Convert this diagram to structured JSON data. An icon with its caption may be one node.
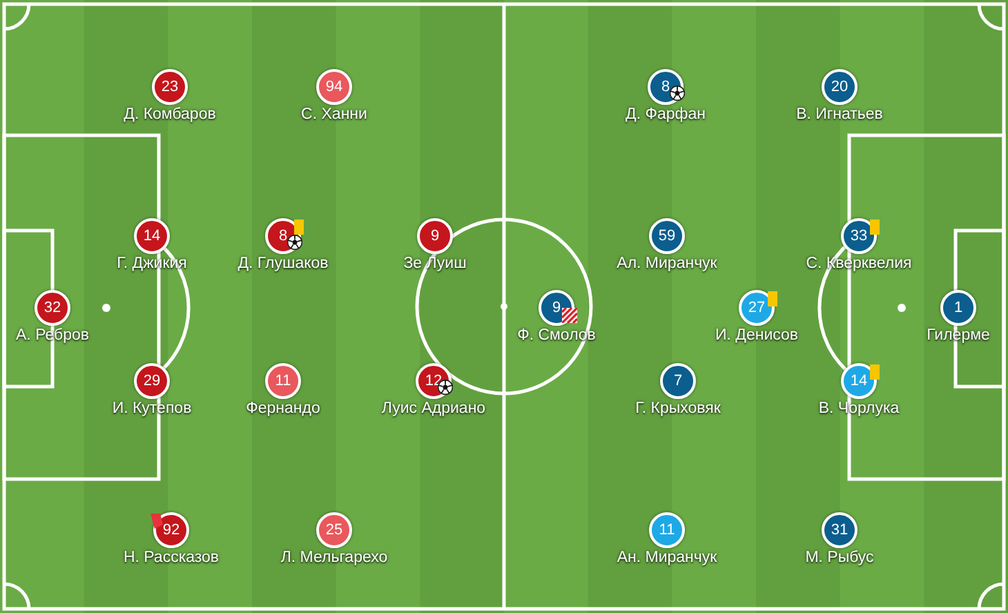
{
  "diagram": {
    "nodes": [
      {
        "text": [
          "23"
        ],
        "beside": [
          "Д. Комбаров"
        ]
      },
      {
        "text": [
          "94"
        ],
        "beside": [
          "С. Ханни"
        ]
      },
      {
        "text": [
          "8"
        ],
        "beside": [
          "Д. Фарфан"
        ]
      },
      {
        "text": [
          "20"
        ],
        "beside": [
          "В. Игнатьев"
        ]
      },
      {
        "text": [
          "14"
        ],
        "beside": [
          "Г. Джикия"
        ]
      },
      {
        "text": [
          "8"
        ],
        "beside": [
          "Д. Глушаков"
        ]
      },
      {
        "text": [
          "9"
        ],
        "beside": [
          "Зе Луиш"
        ]
      },
      {
        "text": [
          "59"
        ],
        "beside": [
          "Ал. Миранчук"
        ]
      },
      {
        "text": [
          "33"
        ],
        "beside": [
          "С. Кверквелия"
        ]
      },
      {
        "text": [
          "32"
        ],
        "beside": [
          "А. Ребров"
        ]
      },
      {
        "text": [
          "9"
        ],
        "beside": [
          "Ф. Смолов"
        ]
      },
      {
        "text": [
          "27"
        ],
        "beside": [
          "И. Денисов"
        ]
      },
      {
        "text": [
          "1"
        ],
        "beside": [
          "Гилерме"
        ]
      },
      {
        "text": [
          "29"
        ],
        "beside": [
          "И. Кутепов"
        ]
      },
      {
        "text": [
          "11"
        ],
        "beside": [
          "Фернандо"
        ]
      },
      {
        "text": [
          "12"
        ],
        "beside": [
          "Луис Адриано"
        ]
      },
      {
        "text": [
          "7"
        ],
        "beside": [
          "Г. Крыховяк"
        ]
      },
      {
        "text": [
          "14"
        ],
        "beside": [
          "В. Чорлука"
        ]
      },
      {
        "text": [
          "92"
        ],
        "beside": [
          "Н. Рассказов"
        ]
      },
      {
        "text": [
          "25"
        ],
        "beside": [
          "Л. Мельгарехо"
        ]
      },
      {
        "text": [
          "11"
        ],
        "beside": [
          "Ан. Миранчук"
        ]
      },
      {
        "text": [
          "31"
        ],
        "beside": [
          "М. Рыбус"
        ]
      }
    ]
  }
}
